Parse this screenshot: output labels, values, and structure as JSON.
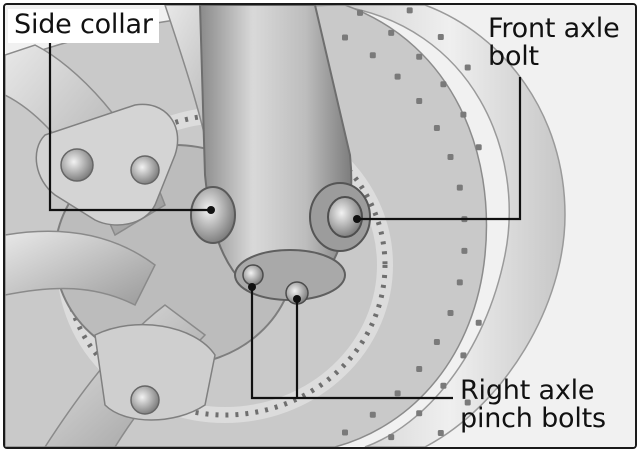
{
  "labels": {
    "side_collar": "Side collar",
    "front_axle_bolt_line1": "Front axle",
    "front_axle_bolt_line2": "bolt",
    "right_axle_pinch_bolts_line1": "Right axle",
    "right_axle_pinch_bolts_line2": "pinch bolts"
  },
  "colors": {
    "leader_line": "#111111",
    "frame": "#1a1a1a",
    "background": "#f4f4f4"
  }
}
